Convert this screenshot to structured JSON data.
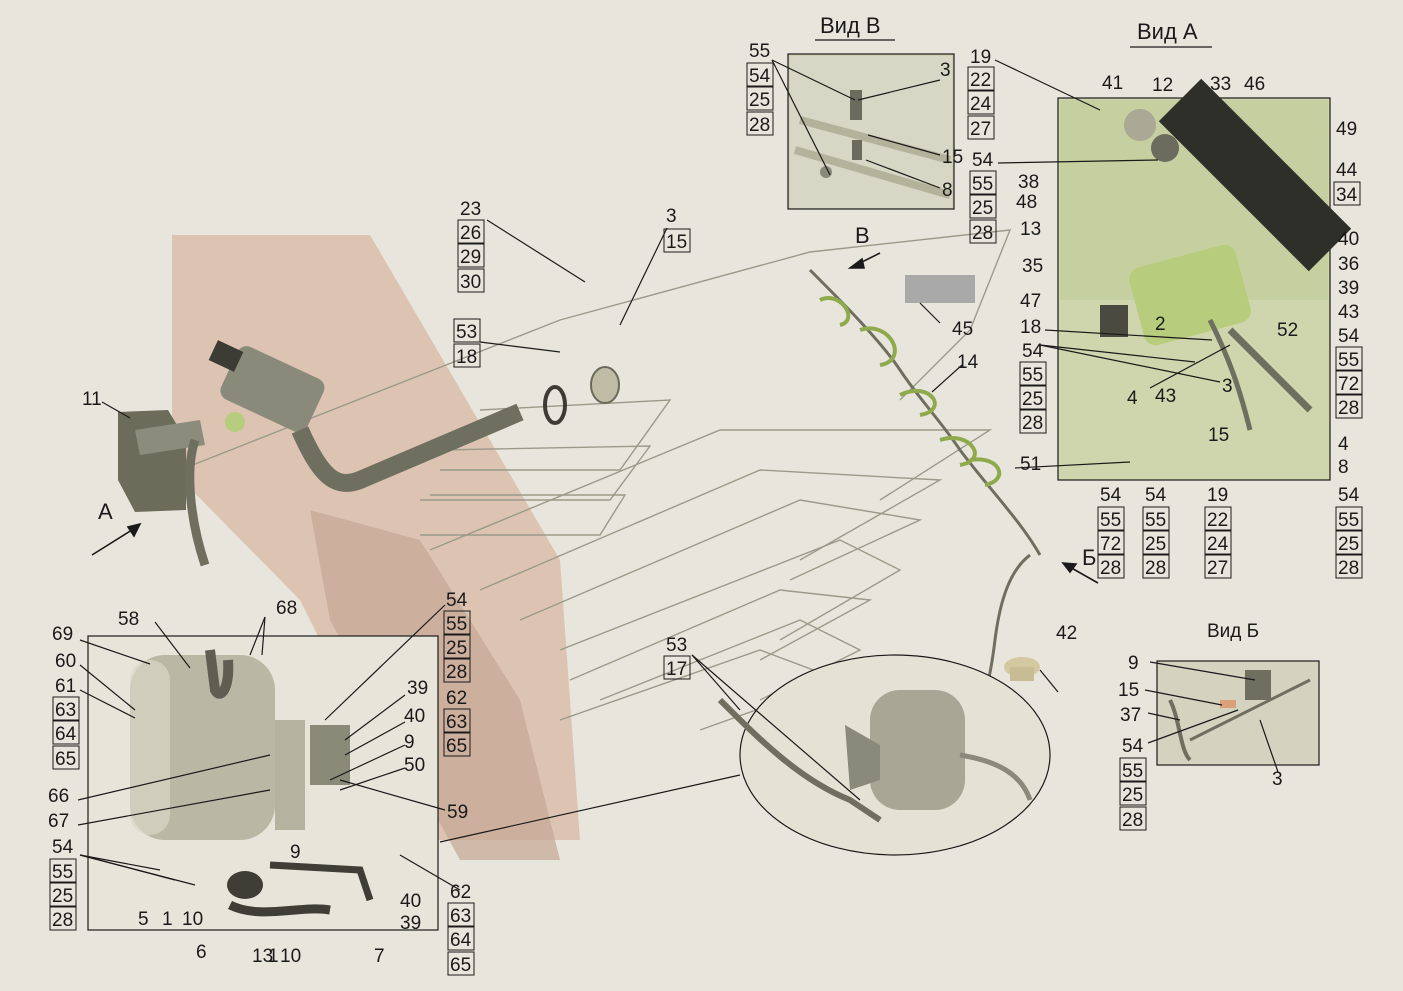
{
  "views": {
    "view_a": "Вид А",
    "view_b": "Вид Б",
    "view_v": "Вид В"
  },
  "arrows": {
    "a": "А",
    "b": "Б",
    "v": "В"
  },
  "callouts": {
    "c11": "11",
    "c53a": "53",
    "c18": "18",
    "c23": "23",
    "c26": "26",
    "c29": "29",
    "c30": "30",
    "c3a": "3",
    "c15a": "15",
    "vb_55": "55",
    "vb_54": "54",
    "vb_25": "25",
    "vb_28": "28",
    "vb_3": "3",
    "vb_15": "15",
    "vb_8": "8",
    "c19a": "19",
    "c22a": "22",
    "c24a": "24",
    "c27a": "27",
    "c54a": "54",
    "c55a": "55",
    "c25a": "25",
    "c28a": "28",
    "c45": "45",
    "c14": "14",
    "c51": "51",
    "va_41": "41",
    "va_12": "12",
    "va_33": "33",
    "va_46": "46",
    "va_49": "49",
    "va_44": "44",
    "va_34": "34",
    "va_38": "38",
    "va_48": "48",
    "va_13": "13",
    "va_40": "40",
    "va_36": "36",
    "va_39": "39",
    "va_35": "35",
    "va_47": "47",
    "va_2": "2",
    "va_18": "18",
    "va_52": "52",
    "va_43a": "43",
    "va_54a": "54",
    "va_55a": "55",
    "va_25a": "25",
    "va_28a": "28",
    "va_43b": "43",
    "va_3": "3",
    "va_54b": "54",
    "va_55b": "55",
    "va_72b": "72",
    "va_28b": "28",
    "va_4a": "4",
    "va_15": "15",
    "va_4b": "4",
    "va_8": "8",
    "va_54c": "54",
    "va_55c": "55",
    "va_72c": "72",
    "va_28c": "28",
    "va_54d": "54",
    "va_55d": "55",
    "va_25d": "25",
    "va_28d": "28",
    "va_19": "19",
    "va_22": "22",
    "va_24": "24",
    "va_27": "27",
    "va_54e": "54",
    "va_55e": "55",
    "va_25e": "25",
    "va_28e": "28",
    "vbb_9": "9",
    "vbb_15": "15",
    "vbb_37": "37",
    "vbb_54": "54",
    "vbb_55": "55",
    "vbb_25": "25",
    "vbb_28": "28",
    "vbb_3": "3",
    "c42": "42",
    "c53b": "53",
    "c17": "17",
    "d_58": "58",
    "d_68": "68",
    "d_69": "69",
    "d_60": "60",
    "d_61": "61",
    "d_63": "63",
    "d_64": "64",
    "d_65": "65",
    "d_66": "66",
    "d_67": "67",
    "d_54": "54",
    "d_55": "55",
    "d_25": "25",
    "d_28": "28",
    "d_5": "5",
    "d_1": "1",
    "d_10": "10",
    "d_6": "6",
    "d_13": "13",
    "d_1b": "1",
    "d_10b": "10",
    "d_7": "7",
    "d_9a": "9",
    "d_40a": "40",
    "d_39a": "39",
    "d_39b": "39",
    "d_40b": "40",
    "d_9b": "9",
    "d_50": "50",
    "d_59": "59",
    "m_54": "54",
    "m_55": "55",
    "m_25": "25",
    "m_28": "28",
    "m_62": "62",
    "m_63": "63",
    "m_65": "65",
    "b_62": "62",
    "b_63": "63",
    "b_64": "64",
    "b_65": "65"
  },
  "colors": {
    "background": "#e8e6dc",
    "cab_panel": "#d9b8a4",
    "part_green": "#c8d49a",
    "part_grey": "#a5a596",
    "gray_block": "#a9a9a9"
  }
}
